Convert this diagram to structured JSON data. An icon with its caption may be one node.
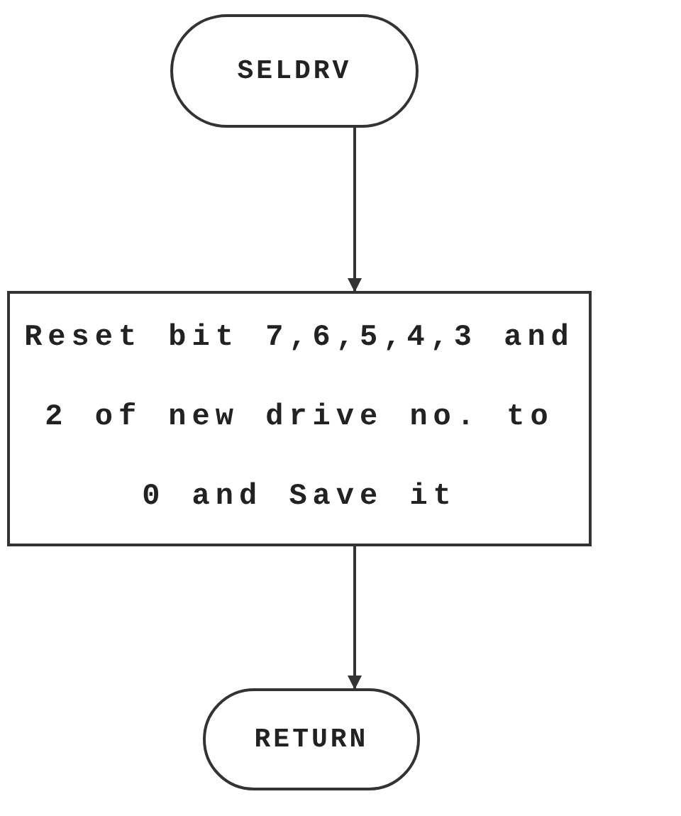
{
  "diagram": {
    "nodes": [
      {
        "text": [
          "SELDRV"
        ]
      },
      {
        "text": [
          "Reset bit 7,6,5,4,3 and 2 of new drive no. to 0 and Save it"
        ]
      },
      {
        "text": [
          "RETURN"
        ]
      }
    ],
    "edges": [
      {
        "from": 0,
        "to": 1,
        "arrow": "to"
      },
      {
        "from": 1,
        "to": 2,
        "arrow": "to"
      }
    ]
  }
}
